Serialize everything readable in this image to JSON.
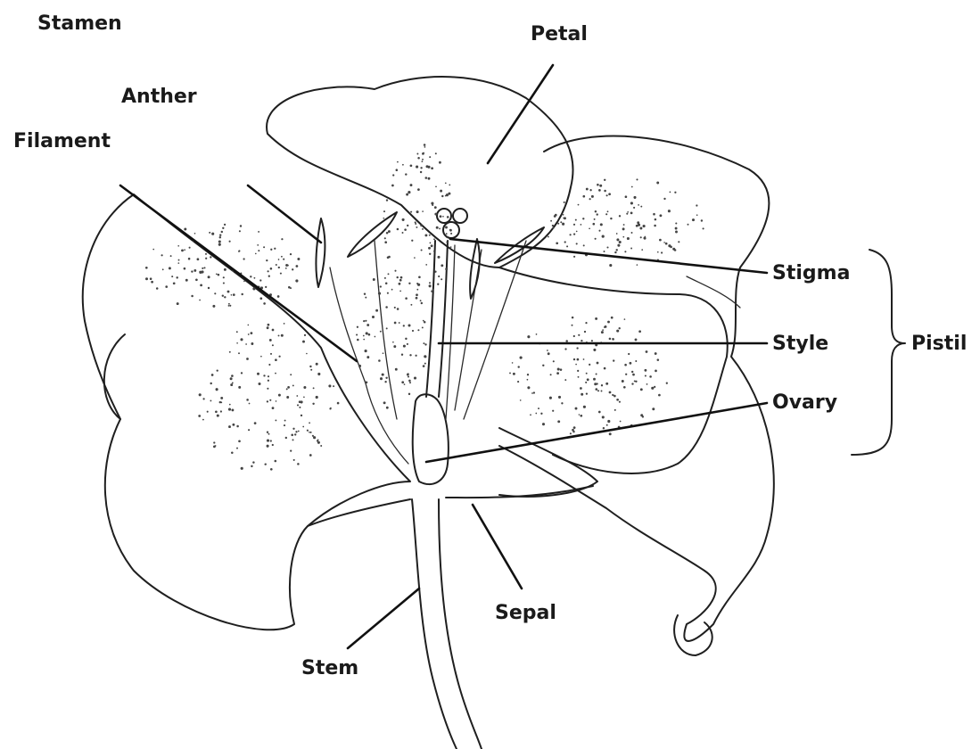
{
  "labels": {
    "stamen": "Stamen",
    "anther": "Anther",
    "filament": "Filament",
    "petal": "Petal",
    "stigma": "Stigma",
    "style": "Style",
    "pistil": "Pistil",
    "ovary": "Ovary",
    "sepal": "Sepal",
    "stem": "Stem"
  }
}
